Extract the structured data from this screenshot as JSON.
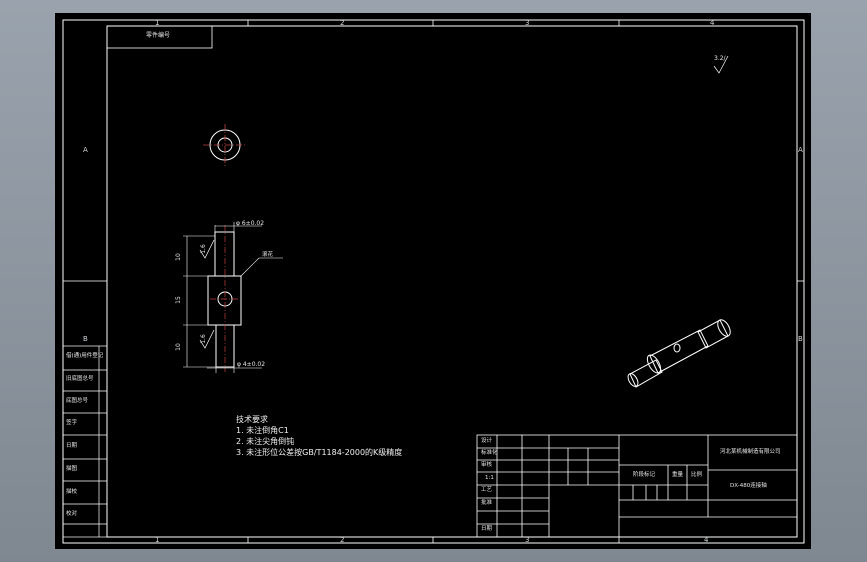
{
  "colors": {
    "background": "#8c949d",
    "sheet": "#000000",
    "line": "#ffffff",
    "centerline": "#c04040"
  },
  "border": {
    "top_zones": [
      "1",
      "2",
      "3",
      "4"
    ],
    "bottom_zones": [
      "1",
      "2",
      "3",
      "4"
    ],
    "left_zones": [
      "A",
      "B"
    ],
    "right_zones": [
      "A",
      "B"
    ]
  },
  "title_box_top": "零件编号",
  "left_strip": [
    "借(通)用件登记",
    "旧底图总号",
    "底图总号",
    "签字",
    "日期",
    "描图",
    "描校",
    "校对"
  ],
  "drawing": {
    "surface_finish": "3.2/",
    "roughness_upper": "1.6",
    "roughness_lower": "1.6",
    "dim_dia_top": "φ 6±0.02",
    "dim_dia_bottom": "φ 4±0.02",
    "dim_10_top": "10",
    "dim_15": "15",
    "dim_10_bottom": "10",
    "leader_note": "滚花"
  },
  "notes": {
    "title": "技术要求",
    "line1": "1. 未注倒角C1",
    "line2": "2. 未注尖角倒钝",
    "line3": "3. 未注形位公差按GB/T1184-2000的K级精度"
  },
  "title_block": {
    "company": "河北某机械制造有限公司",
    "part_name": "DX-480连接轴",
    "rows": [
      "设计",
      "标准化",
      "审核",
      "工艺",
      "批准",
      "日期"
    ],
    "stage_headers": [
      "阶段标记",
      "重量",
      "比例"
    ],
    "scale": "1:1"
  }
}
